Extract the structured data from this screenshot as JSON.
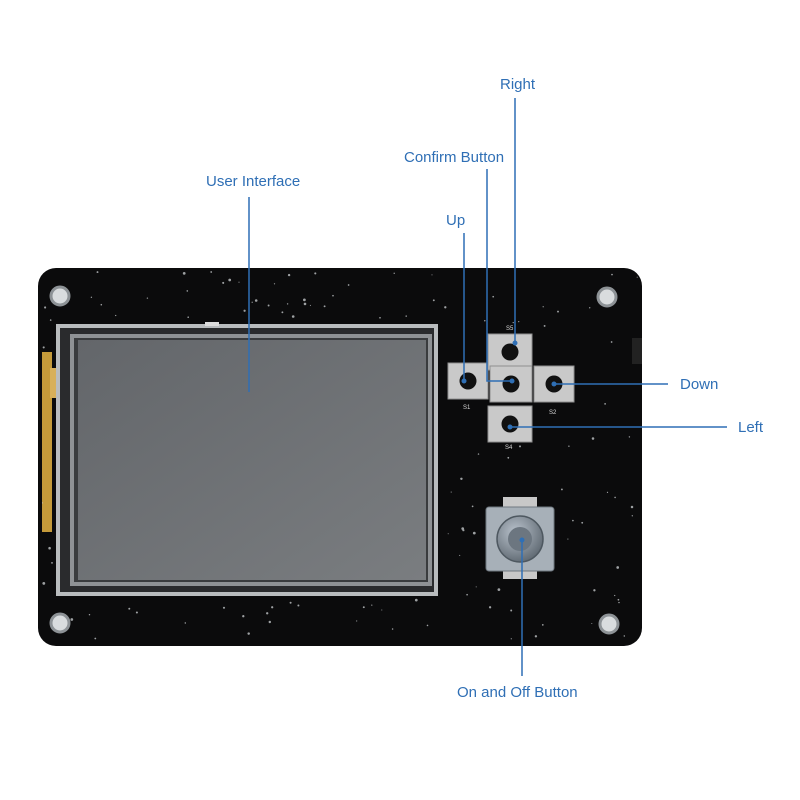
{
  "labels": {
    "right": "Right",
    "confirm": "Confirm Button",
    "user_interface": "User Interface",
    "up": "Up",
    "down": "Down",
    "left": "Left",
    "on_off": "On and Off Button"
  },
  "silkscreen": {
    "s1": "S1",
    "s2": "S2",
    "s4": "S4",
    "s5": "S5"
  },
  "colors": {
    "board": "#0b0b0c",
    "screen": "#6c6f72",
    "leader": "#2f6fb5",
    "label": "#2f6fb5"
  }
}
